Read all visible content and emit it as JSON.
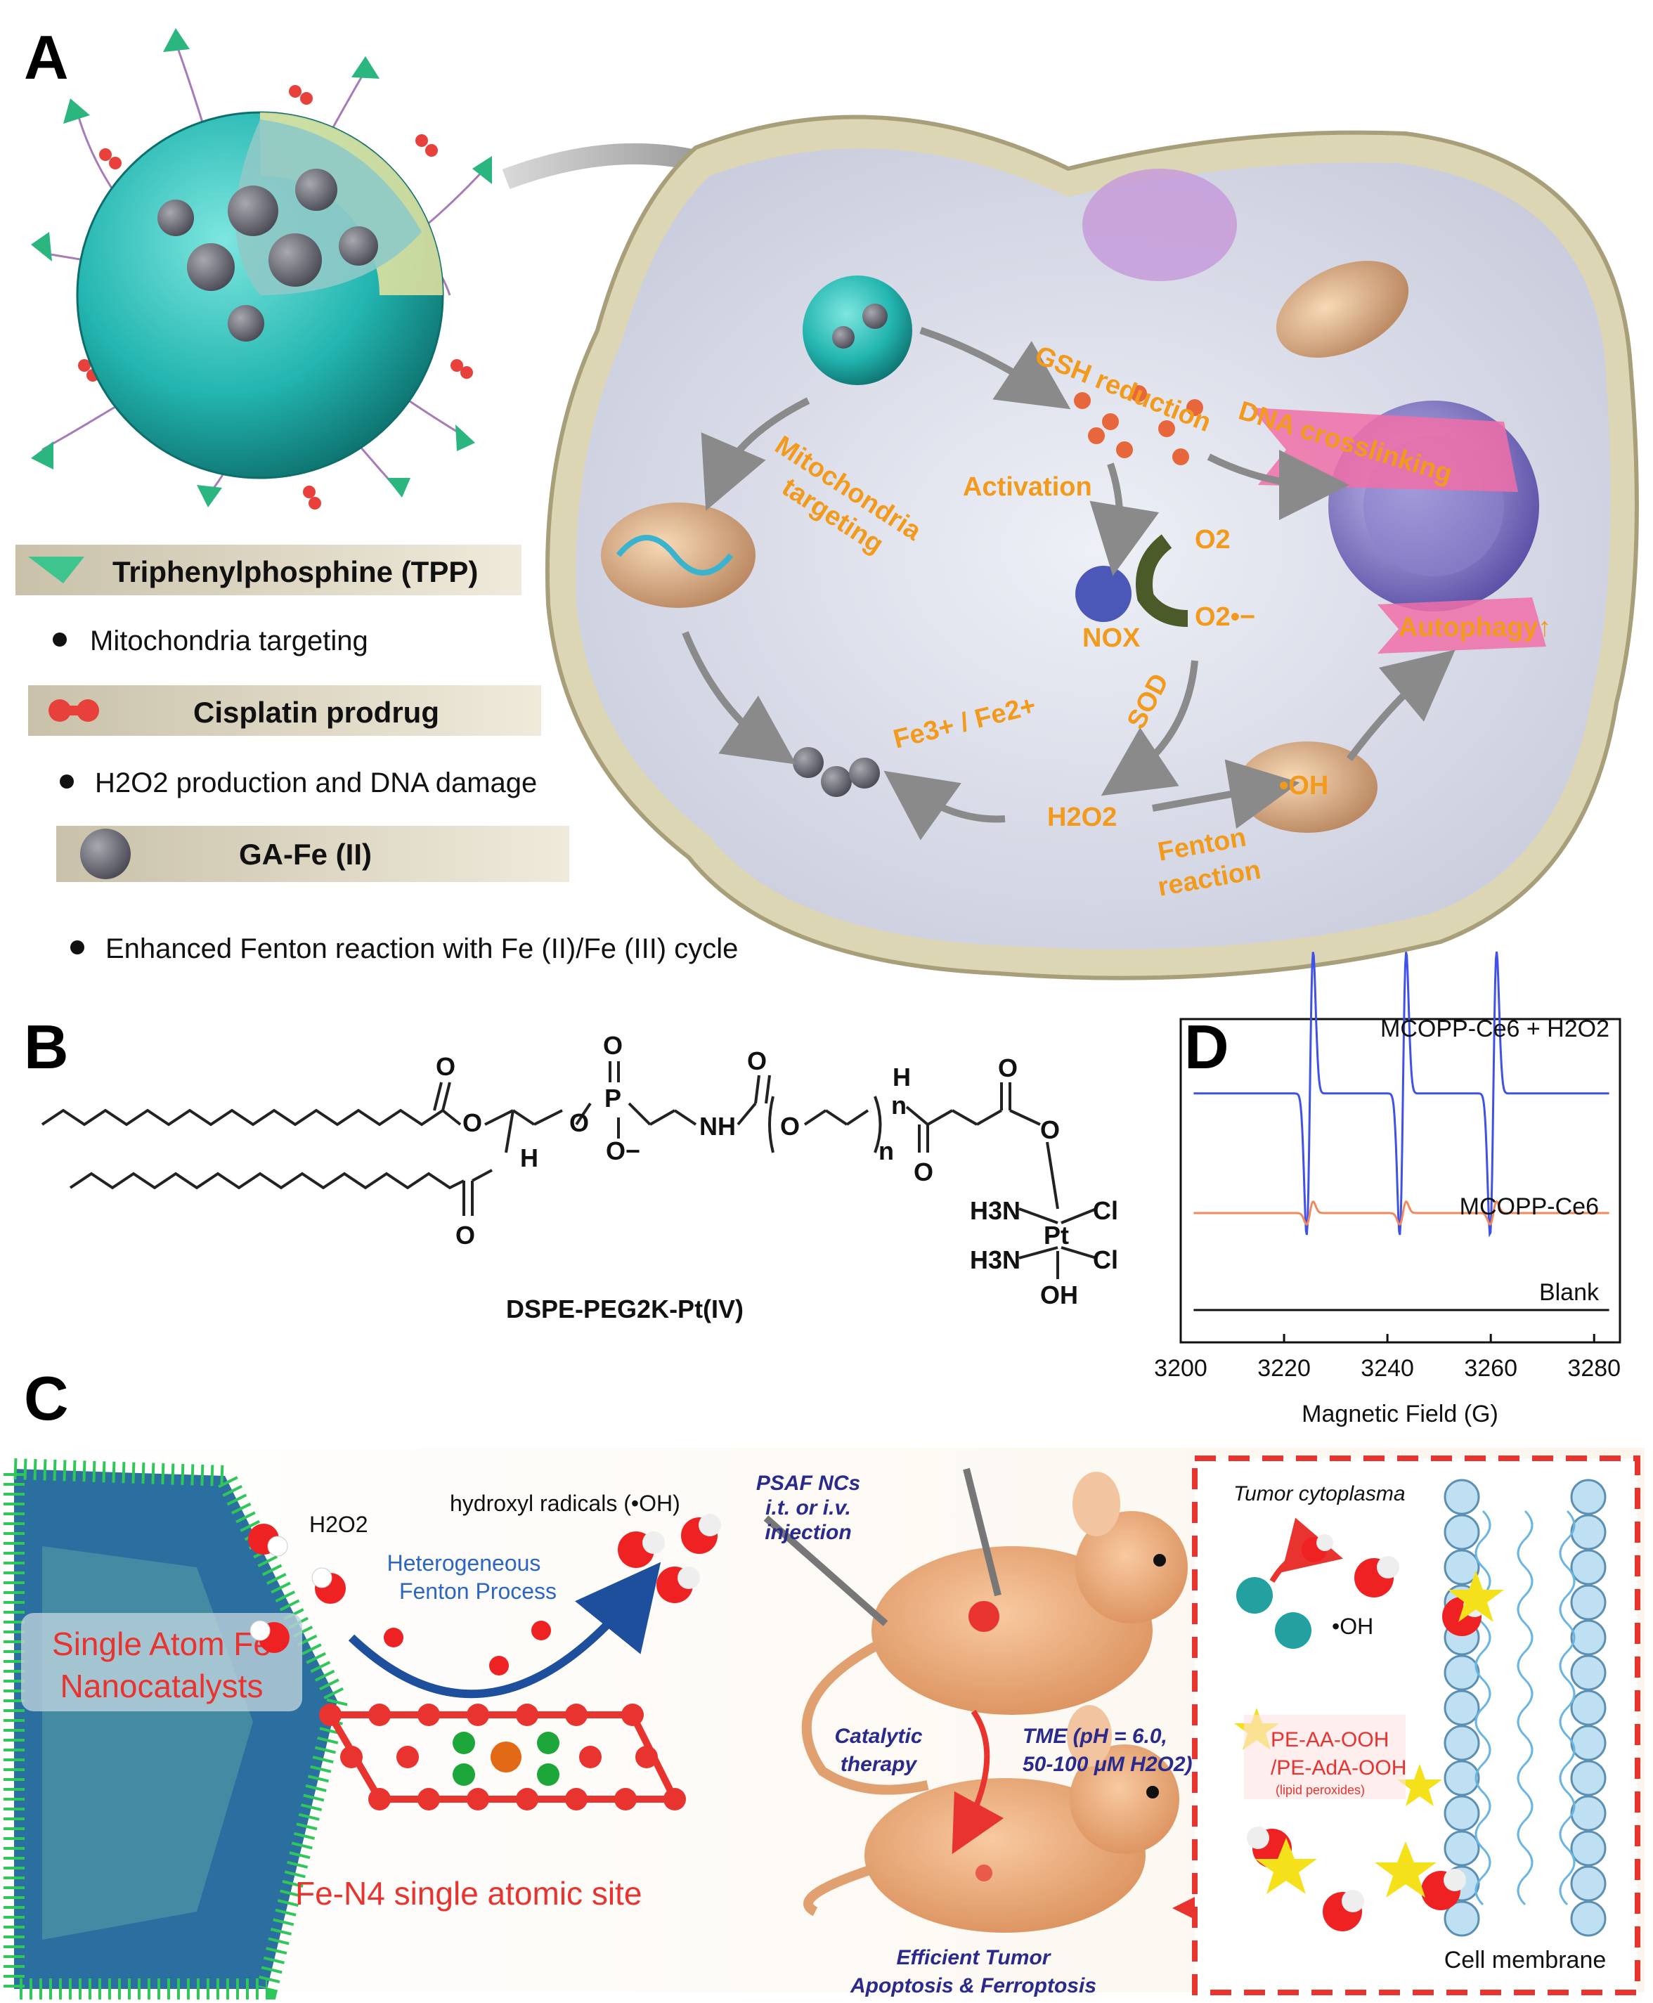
{
  "panels": [
    "A",
    "B",
    "C",
    "D"
  ],
  "panel_a": {
    "legend": [
      {
        "title": "Triphenylphosphine (TPP)",
        "bullet": "Mitochondria targeting"
      },
      {
        "title": "Cisplatin prodrug",
        "bullet": "H2O2 production and DNA damage"
      },
      {
        "title": "GA-Fe (II)",
        "bullet": "Enhanced Fenton reaction with Fe (II)/Fe (III) cycle"
      }
    ],
    "cell_labels": {
      "gsh": "GSH reduction",
      "dna": "DNA crosslinking",
      "mito1": "Mitochondria",
      "mito2": "targeting",
      "activation": "Activation",
      "o2": "O2",
      "o2rad": "O2•−",
      "nox": "NOX",
      "sod": "SOD",
      "autophagy": "Autophagy↑",
      "fe": "Fe3+ / Fe2+",
      "oh": "•OH",
      "h2o2": "H2O2",
      "fenton1": "Fenton",
      "fenton2": "reaction"
    },
    "colors": {
      "label_orange": "#f29a1c",
      "cell_bg": "#d9dbe8",
      "nano_teal": "#23b5b0"
    }
  },
  "panel_b": {
    "name": "DSPE-PEG2K-Pt(IV)",
    "atoms": {
      "o": "O",
      "p": "P",
      "h": "H",
      "nh": "NH",
      "n": "n",
      "o_minus": "O−",
      "pt": "Pt",
      "h3n": "H3N",
      "cl": "Cl",
      "oh": "OH"
    }
  },
  "panel_c": {
    "h2o2": "H2O2",
    "hydroxyl": "hydroxyl radicals (•OH)",
    "process1": "Heterogeneous",
    "process2": "Fenton Process",
    "catalyst1": "Single Atom Fe",
    "catalyst2": "Nanocatalysts",
    "site": "Fe-N4 single atomic site",
    "injection": [
      "PSAF NCs",
      "i.t. or i.v.",
      "injection"
    ],
    "catalytic": [
      "Catalytic",
      "therapy"
    ],
    "tme": [
      "TME (pH = 6.0,",
      "50-100 μM H2O2)"
    ],
    "outcome": [
      "Efficient Tumor",
      "Apoptosis & Ferroptosis"
    ],
    "tumor_cyto": "Tumor cytoplasma",
    "oh": "•OH",
    "lipid": [
      "PE-AA-OOH",
      "/PE-AdA-OOH",
      "(lipid peroxides)"
    ],
    "membrane": "Cell membrane"
  },
  "chart_data": {
    "type": "line",
    "xlabel": "Magnetic Field (G)",
    "ylabel": "",
    "xlim": [
      3200,
      3285
    ],
    "xticks": [
      3200,
      3220,
      3240,
      3260,
      3280
    ],
    "series": [
      {
        "name": "MCOPP-Ce6 + H2O2",
        "color": "#3f51e6",
        "baseline": 0.77,
        "peaks": [
          {
            "x": 3225,
            "amp": 0.62
          },
          {
            "x": 3243,
            "amp": 0.62
          },
          {
            "x": 3260.5,
            "amp": 0.62
          }
        ]
      },
      {
        "name": "MCOPP-Ce6",
        "color": "#f2895a",
        "baseline": 0.4,
        "peaks": [
          {
            "x": 3225,
            "amp": 0.05
          },
          {
            "x": 3243,
            "amp": 0.05
          },
          {
            "x": 3260.5,
            "amp": 0.05
          }
        ]
      },
      {
        "name": "Blank",
        "color": "#111111",
        "baseline": 0.1,
        "peaks": []
      }
    ]
  }
}
